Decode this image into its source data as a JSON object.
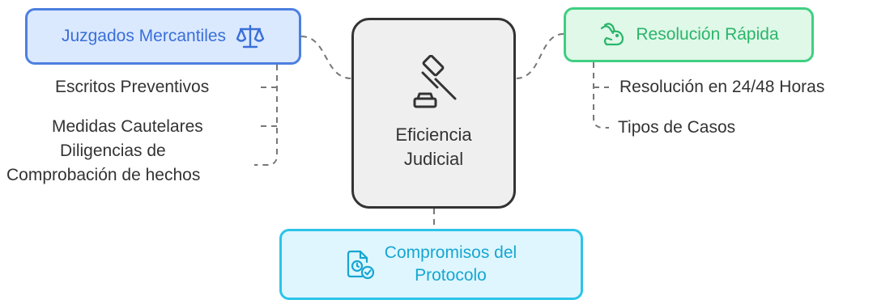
{
  "center": {
    "label_line1": "Eficiencia",
    "label_line2": "Judicial",
    "icon": "gavel-icon"
  },
  "juzgados": {
    "label": "Juzgados Mercantiles",
    "icon": "scales-icon",
    "items": [
      "Escritos Preventivos",
      "Medidas Cautelares",
      "Diligencias de",
      "Comprobación de hechos"
    ]
  },
  "resolucion": {
    "label": "Resolución Rápida",
    "icon": "rabbit-icon",
    "items": [
      "Resolución en 24/48 Horas",
      "Tipos de Casos"
    ]
  },
  "compromisos": {
    "label_line1": "Compromisos del",
    "label_line2": "Protocolo",
    "icon": "document-clock-check-icon"
  },
  "colors": {
    "blue": "#4c7fe0",
    "green": "#3fcf82",
    "cyan": "#2bc4ea",
    "dark": "#333333"
  }
}
